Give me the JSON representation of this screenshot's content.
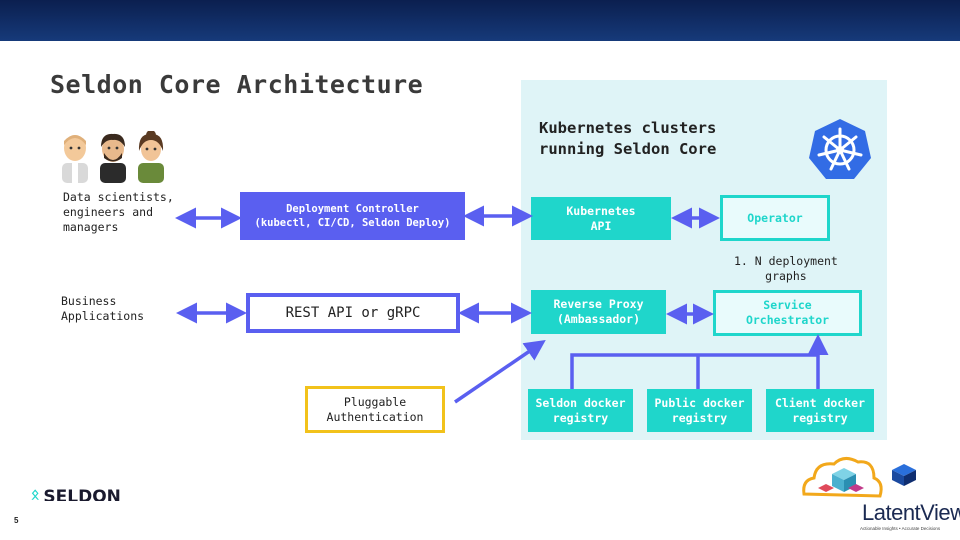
{
  "title": "Seldon Core Architecture",
  "k8s_title": "Kubernetes clusters\nrunning Seldon Core",
  "actors": {
    "data_scientists": "Data scientists,\nengineers and\nmanagers",
    "business_apps": "Business\nApplications"
  },
  "boxes": {
    "deployment_controller": "Deployment Controller\n(kubectl, CI/CD, Seldon Deploy)",
    "rest_api": "REST API or gRPC",
    "pluggable_auth": "Pluggable\nAuthentication",
    "kubernetes_api": "Kubernetes\nAPI",
    "operator": "Operator",
    "reverse_proxy": "Reverse Proxy\n(Ambassador)",
    "service_orchestrator": "Service\nOrchestrator",
    "seldon_registry": "Seldon docker\nregistry",
    "public_registry": "Public docker\nregistry",
    "client_registry": "Client docker\nregistry"
  },
  "deployment_graphs_label": "1. N deployment\ngraphs",
  "footer": {
    "seldon_logo": "SELDON",
    "page_number": "5",
    "latentview": "LatentView",
    "latentview_tagline": "Actionable Insights • Accurate Decisions"
  },
  "colors": {
    "blue": "#5a5ff0",
    "teal": "#1fd6cb",
    "yellow": "#f2c21b",
    "panel": "#dff4f7",
    "header": "#0b1f4f"
  }
}
